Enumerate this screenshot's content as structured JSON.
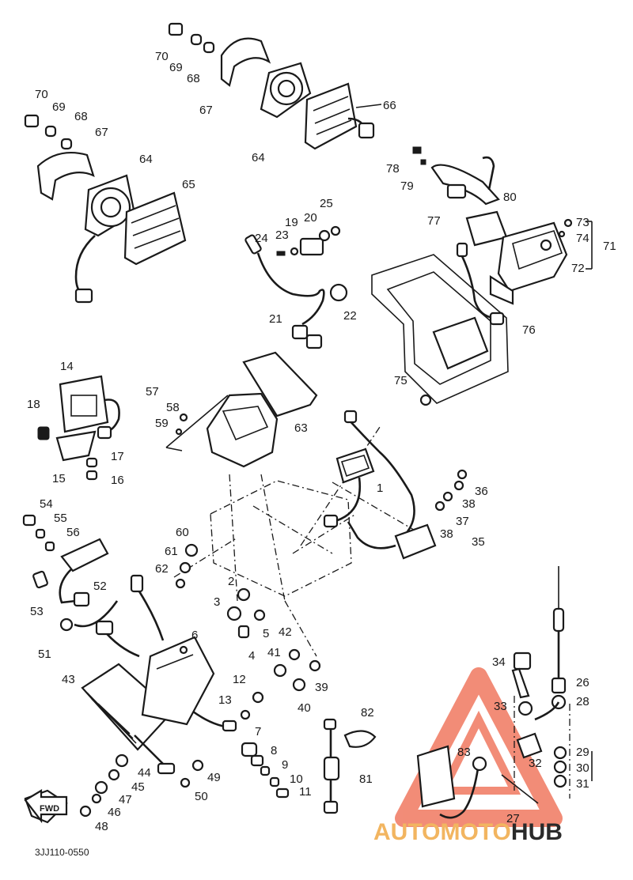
{
  "diagram_code": "3JJ110-0550",
  "fwd_label": "FWD",
  "watermark": {
    "auto": "AUTO",
    "moto": "MOTO",
    "hub": "HUB",
    "accent": "#f07860",
    "gold": "#f2b560",
    "dark": "#2a2a2a"
  },
  "parts": {
    "p1": "1",
    "p2": "2",
    "p3": "3",
    "p4": "4",
    "p5": "5",
    "p6": "6",
    "p7": "7",
    "p8": "8",
    "p9": "9",
    "p10": "10",
    "p11": "11",
    "p12": "12",
    "p13": "13",
    "p14": "14",
    "p15": "15",
    "p16": "16",
    "p17": "17",
    "p18": "18",
    "p19": "19",
    "p20": "20",
    "p21": "21",
    "p22": "22",
    "p23": "23",
    "p24": "24",
    "p25": "25",
    "p26": "26",
    "p27": "27",
    "p28": "28",
    "p29": "29",
    "p30": "30",
    "p31": "31",
    "p32": "32",
    "p33": "33",
    "p34": "34",
    "p35": "35",
    "p36": "36",
    "p37": "37",
    "p38a": "38",
    "p38b": "38",
    "p39": "39",
    "p40": "40",
    "p41": "41",
    "p42": "42",
    "p43": "43",
    "p44": "44",
    "p45": "45",
    "p46": "46",
    "p47": "47",
    "p48": "48",
    "p49": "49",
    "p50": "50",
    "p51": "51",
    "p52": "52",
    "p53": "53",
    "p54": "54",
    "p55": "55",
    "p56": "56",
    "p57": "57",
    "p58": "58",
    "p59": "59",
    "p60": "60",
    "p61": "61",
    "p62": "62",
    "p63": "63",
    "p64a": "64",
    "p64b": "64",
    "p65": "65",
    "p66": "66",
    "p67a": "67",
    "p67b": "67",
    "p68a": "68",
    "p68b": "68",
    "p69a": "69",
    "p69b": "69",
    "p70a": "70",
    "p70b": "70",
    "p71": "71",
    "p72": "72",
    "p73": "73",
    "p74": "74",
    "p75": "75",
    "p76": "76",
    "p77": "77",
    "p78": "78",
    "p79": "79",
    "p80": "80",
    "p81": "81",
    "p82": "82",
    "p83": "83"
  }
}
